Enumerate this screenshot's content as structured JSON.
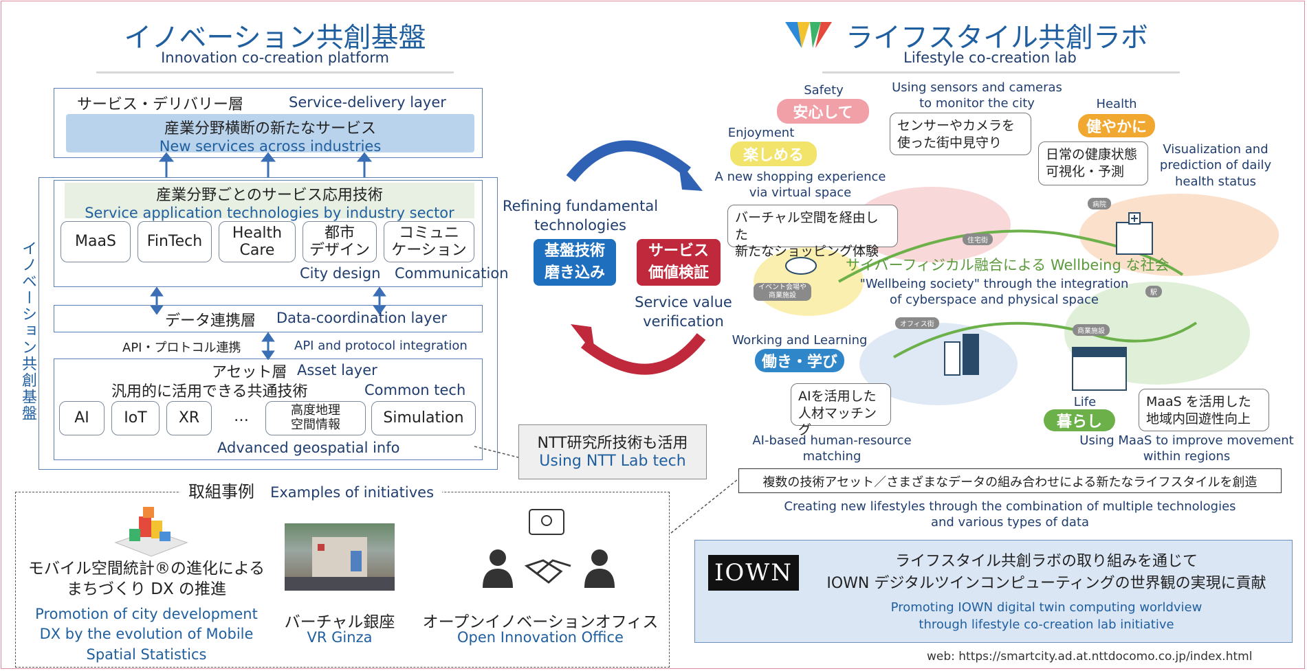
{
  "left": {
    "title_jp": "イノベーション共創基盤",
    "title_en": "Innovation co-creation platform",
    "vertical_label": "イノベーション共創基盤",
    "service_delivery": {
      "jp": "サービス・デリバリー層",
      "en": "Service-delivery layer"
    },
    "new_services": {
      "jp": "産業分野横断の新たなサービス",
      "en": "New services across industries"
    },
    "app_tech": {
      "jp": "産業分野ごとのサービス応用技術",
      "en": "Service application technologies by industry sector"
    },
    "sectors": [
      "MaaS",
      "FinTech",
      "Health\nCare",
      "都市\nデザイン",
      "コミュニ\nケーション"
    ],
    "city_design_en": "City design",
    "communication_en": "Communication",
    "data_layer": {
      "jp": "データ連携層",
      "en": "Data-coordination layer"
    },
    "api_jp": "API・プロトコル連携",
    "api_en": "API and protocol integration",
    "asset_layer": {
      "jp": "アセット層",
      "en": "Asset layer"
    },
    "common_tech": {
      "jp": "汎用的に活用できる共通技術",
      "en": "Common tech"
    },
    "assets": [
      "AI",
      "IoT",
      "XR",
      "…",
      "高度地理\n空間情報",
      "Simulation"
    ],
    "geo_en": "Advanced geospatial info",
    "ntt_lab": {
      "jp": "NTT研究所技術も活用",
      "en": "Using NTT Lab tech"
    }
  },
  "examples": {
    "title_jp": "取組事例",
    "title_en": "Examples of initiatives",
    "items": [
      {
        "jp": "モバイル空間統計®の進化による\nまちづくり DX の推進",
        "en": "Promotion of city development\nDX by the evolution of Mobile\nSpatial Statistics"
      },
      {
        "jp": "バーチャル銀座",
        "en": "VR Ginza"
      },
      {
        "jp": "オープンイノベーションオフィス",
        "en": "Open Innovation Office"
      }
    ]
  },
  "center": {
    "refine_en": "Refining fundamental\ntechnologies",
    "refine_jp": "基盤技術\n磨き込み",
    "verify_jp": "サービス\n価値検証",
    "verify_en": "Service value\nverification"
  },
  "right": {
    "title_jp": "ライフスタイル共創ラボ",
    "title_en": "Lifestyle co-creation lab",
    "safety_en": "Safety",
    "safety_jp": "安心して",
    "sensors_en": "Using sensors and cameras\nto monitor the city",
    "sensors_jp": "センサーやカメラを\n使った街中見守り",
    "health_en": "Health",
    "health_jp": "健やかに",
    "health_callout_jp": "日常の健康状態\n可視化・予測",
    "health_vis_en": "Visualization and\nprediction of daily\nhealth status",
    "enjoy_en": "Enjoyment",
    "enjoy_jp": "楽しめる",
    "shopping_en": "A new shopping experience\nvia virtual space",
    "shopping_jp": "バーチャル空間を経由した\n新たなショッピング体験",
    "wellbeing_jp": "サイバーフィジカル融合による Wellbeing な社会",
    "wellbeing_en": "\"Wellbeing society\" through the integration\nof cyberspace and physical space",
    "work_en": "Working and Learning",
    "work_jp": "働き・学び",
    "ai_jp": "AIを活用した\n人材マッチング",
    "ai_en": "AI-based human-resource\nmatching",
    "life_en": "Life",
    "life_jp": "暮らし",
    "maas_jp": "MaaS を活用した\n地域内回遊性向上",
    "maas_en": "Using MaaS to improve movement\nwithin regions",
    "tags": [
      "病院",
      "住宅街",
      "イベント会場や\n商業施設",
      "オフィス街",
      "駅",
      "商業施設"
    ],
    "combo_jp": "複数の技術アセット／さまざまなデータの組み合わせによる新たなライフスタイルを創造",
    "combo_en": "Creating new lifestyles through the combination of multiple technologies\nand various types of data",
    "iown_logo": "IOWN",
    "iown_jp": "ライフスタイル共創ラボの取り組みを通じて\nIOWN デジタルツインコンピューティングの世界観の実現に貢献",
    "iown_en": "Promoting IOWN digital twin computing worldview\nthrough lifestyle co-creation lab initiative",
    "web": "web: https://smartcity.ad.at.nttdocomo.co.jp/index.html"
  },
  "colors": {
    "blue": "#1f5f9f",
    "safety": "#f2a0a8",
    "health": "#f0a830",
    "enjoy": "#f2e46a",
    "work": "#2f86c8",
    "life": "#6cb04a",
    "verify": "#c0283c",
    "refine": "#1f6fbf"
  }
}
